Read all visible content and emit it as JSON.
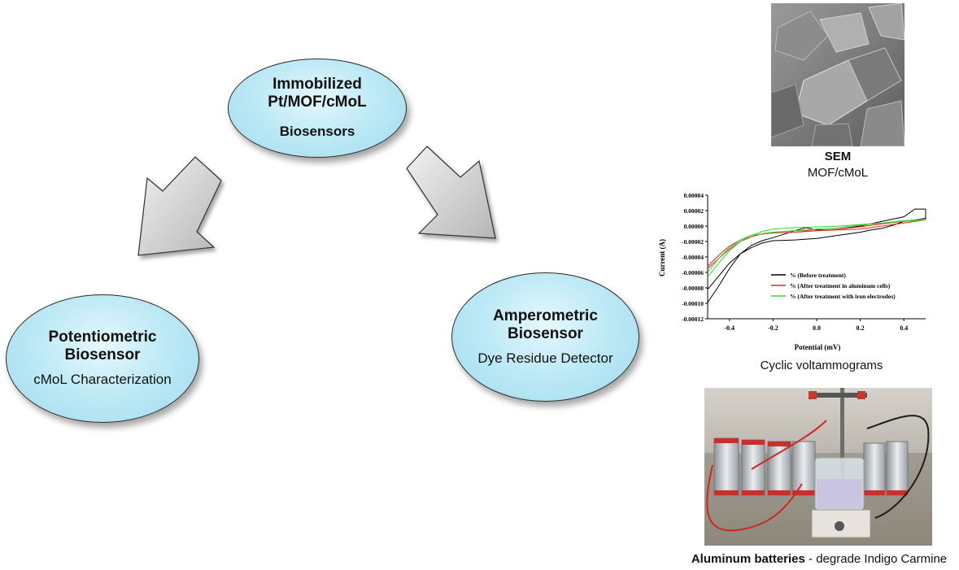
{
  "center_node": {
    "title_line1": "Immobilized",
    "title_line2": "Pt/MOF/cMoL",
    "subtitle": "Biosensors"
  },
  "left_node": {
    "title_line1": "Potentiometric",
    "title_line2": "Biosensor",
    "subtitle": "cMoL Characterization"
  },
  "right_node": {
    "title_line1": "Amperometric",
    "title_line2": "Biosensor",
    "subtitle": "Dye Residue Detector"
  },
  "sem_panel": {
    "label_bold": "SEM",
    "label": "MOF/cMoL"
  },
  "cv_panel": {
    "caption": "Cyclic voltammograms"
  },
  "battery_panel": {
    "label_bold": "Aluminum batteries",
    "label": " - degrade Indigo  Carmine"
  },
  "colors": {
    "ellipse_fill": "#bfeaf6",
    "arrow_fill": "#c9c9c9",
    "before": "#000000",
    "aluminum": "#e8241c",
    "iron": "#33d633"
  },
  "chart_data": {
    "type": "line",
    "xlabel": "Potential (mV)",
    "ylabel": "Current (A)",
    "xlim": [
      -0.5,
      0.5
    ],
    "ylim": [
      -0.00012,
      4e-05
    ],
    "x_ticks": [
      "-0.4",
      "-0.2",
      "0.0",
      "0.2",
      "0.4"
    ],
    "y_ticks": [
      "0.00004",
      "0.00002",
      "0.00000",
      "-0.00002",
      "-0.00004",
      "-0.00006",
      "-0.00008",
      "-0.00010",
      "-0.00012"
    ],
    "legend_position": "center-right",
    "series": [
      {
        "name": "% (Before treatment)",
        "forward": {
          "x": [
            -0.5,
            -0.45,
            -0.4,
            -0.35,
            -0.3,
            -0.25,
            -0.2,
            -0.1,
            -0.05,
            0.0,
            0.05,
            0.1,
            0.2,
            0.3,
            0.4,
            0.45,
            0.5
          ],
          "y": [
            -9.9e-05,
            -7.8e-05,
            -5.5e-05,
            -3.6e-05,
            -2.5e-05,
            -1.9e-05,
            -1.5e-05,
            -6e-06,
            -2e-06,
            -5e-06,
            -5e-06,
            -4e-06,
            0.0,
            6e-06,
            1.2e-05,
            2.2e-05,
            2.2e-05
          ]
        },
        "reverse": {
          "x": [
            0.5,
            0.45,
            0.4,
            0.35,
            0.3,
            0.25,
            0.2,
            0.1,
            0.0,
            -0.1,
            -0.2,
            -0.25,
            -0.3,
            -0.35,
            -0.4,
            -0.45,
            -0.5
          ],
          "y": [
            1e-05,
            8e-06,
            6e-06,
            1e-06,
            -3e-06,
            -5e-06,
            -8e-06,
            -1.2e-05,
            -1.6e-05,
            -1.8e-05,
            -1.9e-05,
            -2.2e-05,
            -2.8e-05,
            -3.6e-05,
            -4.8e-05,
            -6.5e-05,
            -8.2e-05
          ]
        }
      },
      {
        "name": "% (After treatment in aluminum cells)",
        "forward": {
          "x": [
            -0.5,
            -0.45,
            -0.4,
            -0.35,
            -0.3,
            -0.25,
            -0.2,
            -0.1,
            0.0,
            0.1,
            0.2,
            0.3,
            0.4,
            0.5
          ],
          "y": [
            -5.5e-05,
            -4.2e-05,
            -3e-05,
            -2e-05,
            -1.4e-05,
            -1e-05,
            -8e-06,
            -6e-06,
            -6e-06,
            -5e-06,
            -4e-06,
            0.0,
            4e-06,
            8e-06
          ]
        },
        "reverse": {
          "x": [
            0.5,
            0.4,
            0.3,
            0.2,
            0.1,
            0.0,
            -0.1,
            -0.2,
            -0.3,
            -0.35,
            -0.4,
            -0.45,
            -0.5
          ],
          "y": [
            8e-06,
            6e-06,
            3e-06,
            -1e-06,
            -4e-06,
            -6e-06,
            -8e-06,
            -9e-06,
            -1.2e-05,
            -1.8e-05,
            -2.6e-05,
            -3.8e-05,
            -5.2e-05
          ]
        }
      },
      {
        "name": "% (After treatment with iron electrodes)",
        "forward": {
          "x": [
            -0.5,
            -0.45,
            -0.4,
            -0.35,
            -0.3,
            -0.25,
            -0.2,
            -0.1,
            0.0,
            0.1,
            0.2,
            0.3,
            0.4,
            0.5
          ],
          "y": [
            -6.6e-05,
            -4.8e-05,
            -3.2e-05,
            -2e-05,
            -1.2e-05,
            -7e-06,
            -4e-06,
            -2e-06,
            -1e-06,
            0.0,
            2e-06,
            4e-06,
            6e-06,
            8e-06
          ]
        },
        "reverse": {
          "x": [
            0.5,
            0.4,
            0.3,
            0.2,
            0.1,
            0.0,
            -0.1,
            -0.2,
            -0.3,
            -0.35,
            -0.4,
            -0.45,
            -0.5
          ],
          "y": [
            9e-06,
            7e-06,
            4e-06,
            1e-06,
            -2e-06,
            -4e-06,
            -6e-06,
            -8e-06,
            -1.2e-05,
            -1.8e-05,
            -2.8e-05,
            -4.2e-05,
            -6e-05
          ]
        }
      }
    ]
  }
}
